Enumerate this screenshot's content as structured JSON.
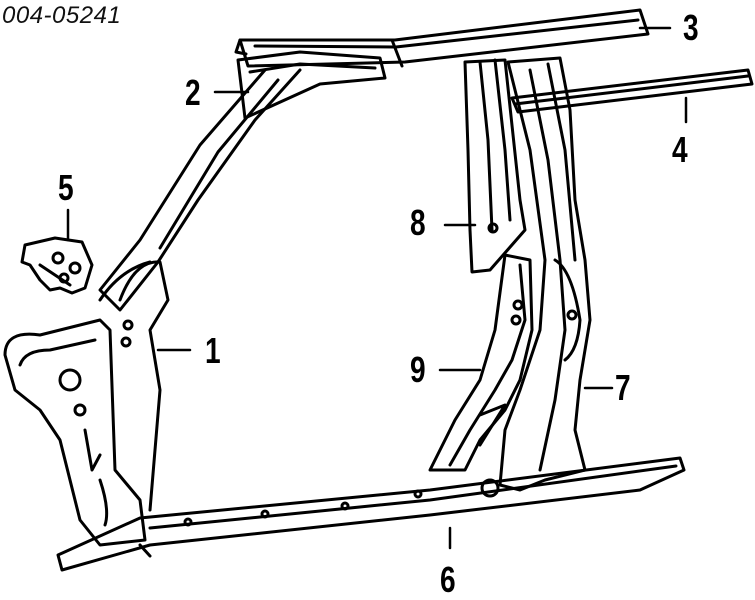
{
  "diagram": {
    "part_code": "004-05241",
    "callouts": [
      {
        "id": "1",
        "label": "1"
      },
      {
        "id": "2",
        "label": "2"
      },
      {
        "id": "3",
        "label": "3"
      },
      {
        "id": "4",
        "label": "4"
      },
      {
        "id": "5",
        "label": "5"
      },
      {
        "id": "6",
        "label": "6"
      },
      {
        "id": "7",
        "label": "7"
      },
      {
        "id": "8",
        "label": "8"
      },
      {
        "id": "9",
        "label": "9"
      }
    ],
    "colors": {
      "ink": "#000000",
      "background": "#ffffff"
    }
  }
}
